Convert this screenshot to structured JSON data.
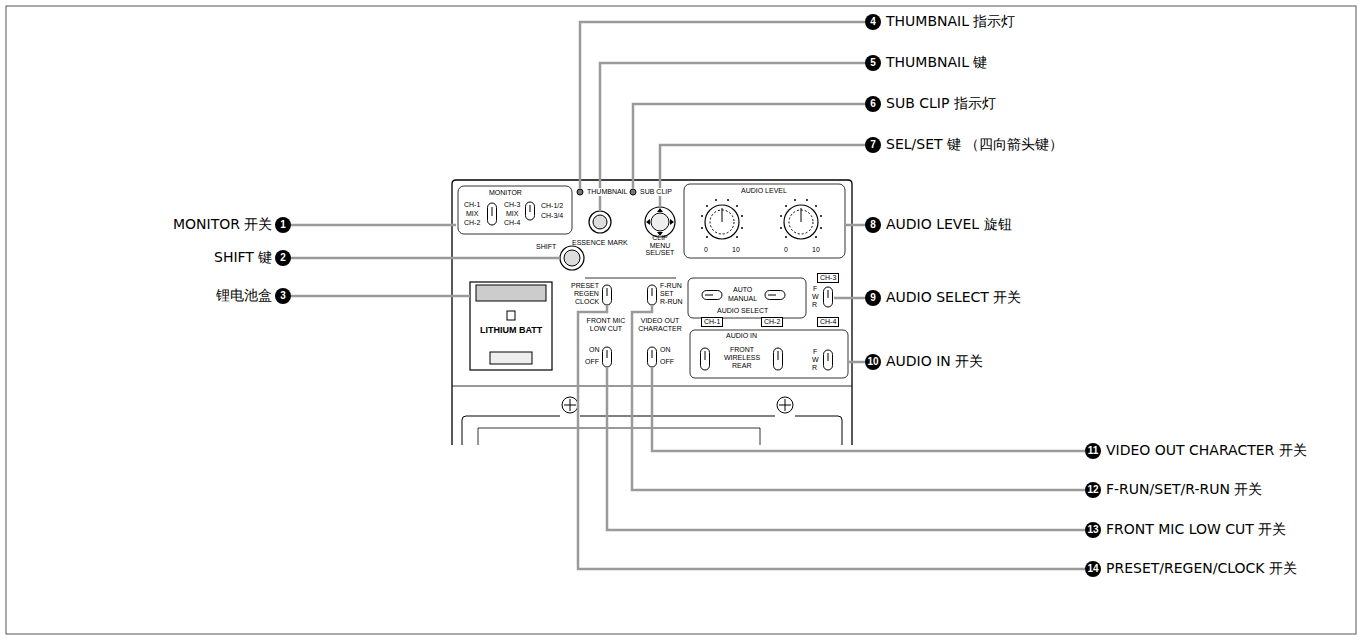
{
  "diagram": {
    "labels": [
      "1",
      "MONITOR 开关",
      "2",
      "SHIFT 键",
      "3",
      "锂电池盒",
      "4",
      "THUMBNAIL 指示灯",
      "5",
      "THUMBNAIL 键",
      "6",
      "SUB CLIP 指示灯",
      "7",
      "SEL/SET 键 （四向箭头键）",
      "8",
      "AUDIO LEVEL 旋钮",
      "9",
      "AUDIO SELECT 开关",
      "10",
      "AUDIO IN 开关",
      "11",
      "VIDEO OUT CHARACTER 开关",
      "12",
      "F-RUN/SET/R-RUN 开关",
      "13",
      "FRONT MIC LOW CUT 开关",
      "14",
      "PRESET/REGEN/CLOCK 开关",
      "MONITOR",
      "CH-1",
      "MIX",
      "CH-2",
      "CH-3",
      "MIX",
      "CH-4",
      "CH-1/2",
      "CH-3/4",
      "THUMBNAIL",
      "SUB CLIP",
      "ESSENCE MARK",
      "CLIP MENU SEL/SET",
      "AUDIO LEVEL",
      "0",
      "10",
      "0",
      "10",
      "SHIFT",
      "PRESET",
      "REGEN",
      "CLOCK",
      "F-RUN",
      "SET",
      "R-RUN",
      "CH-3",
      "F",
      "W",
      "R",
      "AUTO",
      "MANUAL",
      "AUDIO SELECT",
      "LITHIUM BATT",
      "FRONT MIC LOW CUT",
      "ON",
      "OFF",
      "VIDEO OUT CHARACTER",
      "ON",
      "OFF",
      "CH-1",
      "CH-2",
      "CH-4",
      "AUDIO IN",
      "FRONT",
      "WIRELESS",
      "REAR",
      "F",
      "W",
      "R"
    ]
  }
}
